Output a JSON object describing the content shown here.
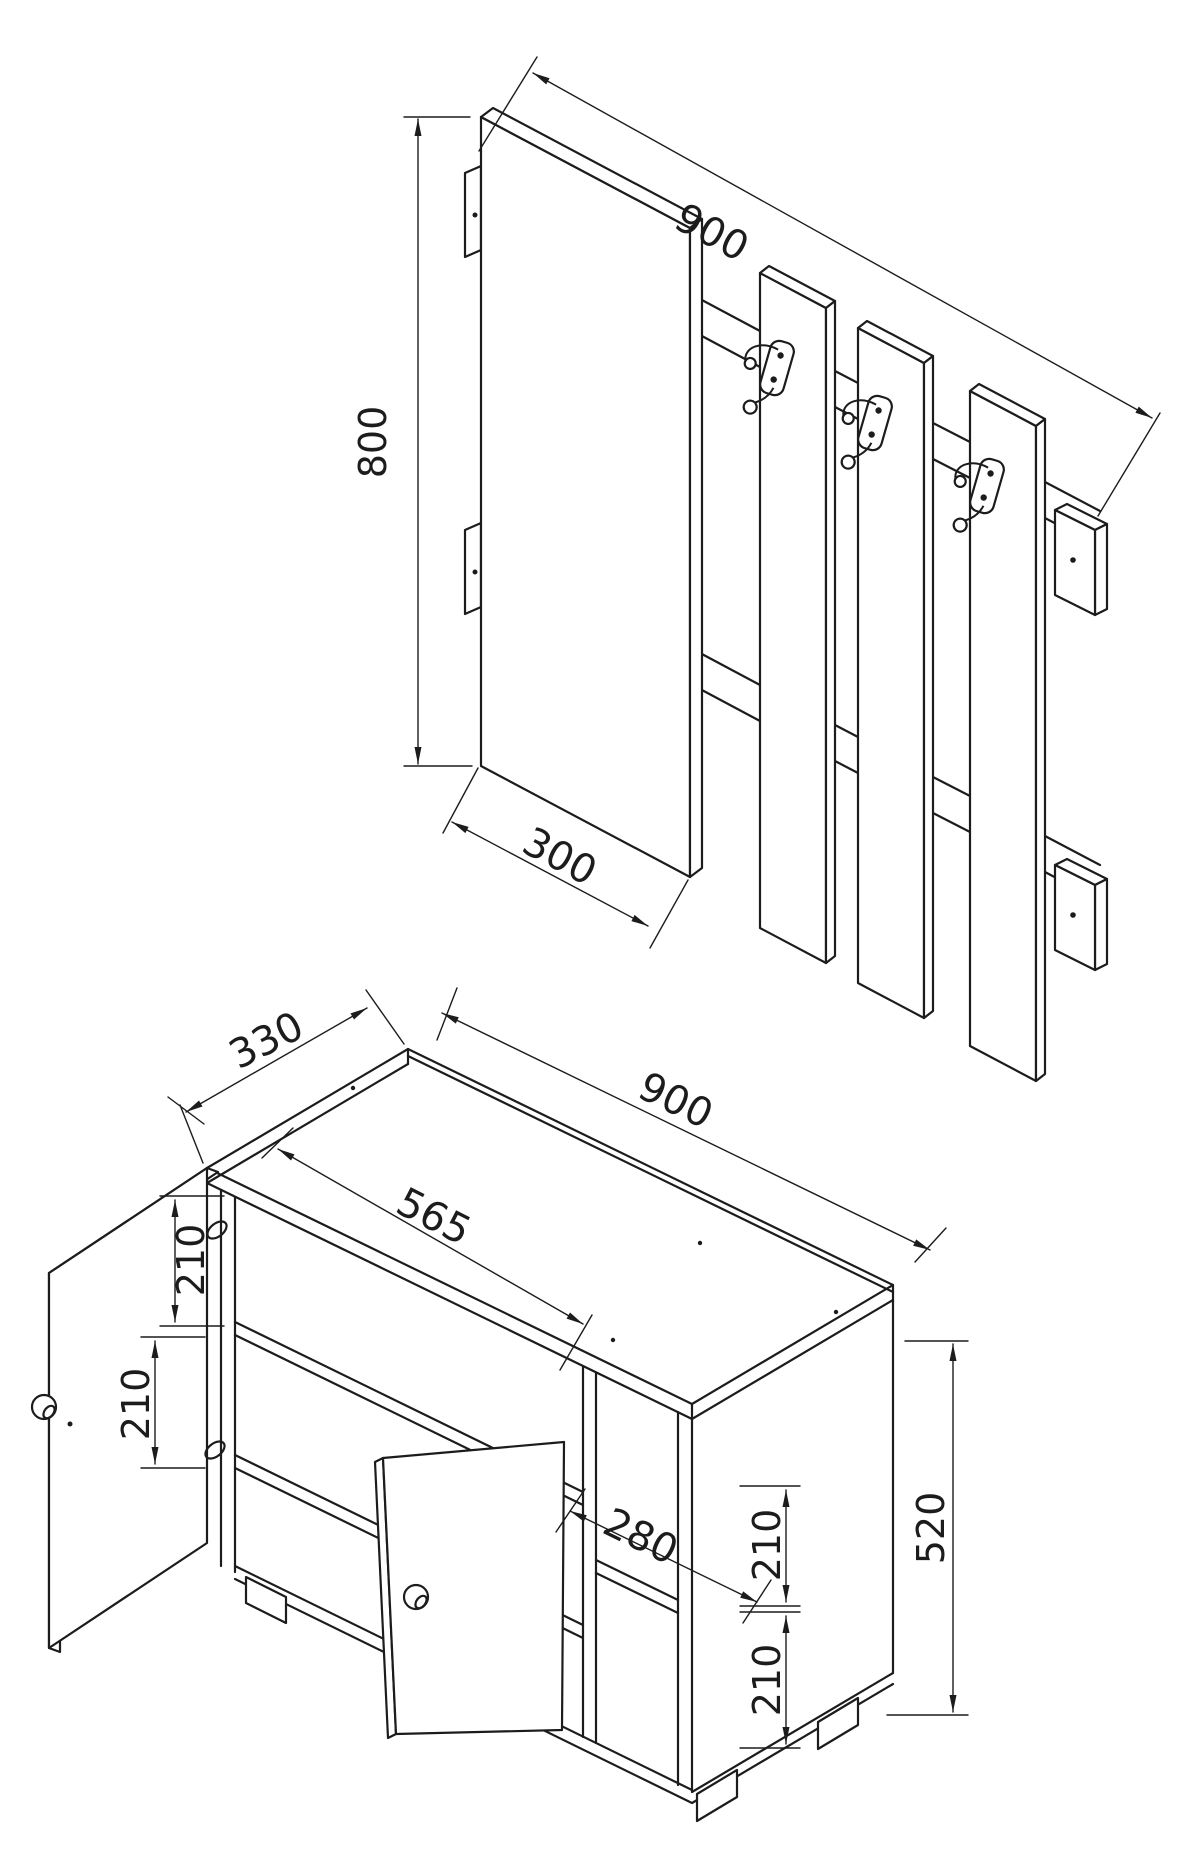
{
  "drawing_type": "furniture technical dimension drawing",
  "units": "mm",
  "views": {
    "wall_panel": {
      "title": "wall coat rack panel",
      "dimensions": {
        "width": "900",
        "height": "800",
        "mirror_panel_width": "300"
      },
      "parts": [
        "mirror-panel",
        "slat",
        "slat",
        "slat",
        "coat-hook",
        "coat-hook",
        "coat-hook",
        "wall-rail",
        "wall-rail",
        "mount-block",
        "mount-block",
        "mount-block",
        "mount-block"
      ]
    },
    "cabinet": {
      "title": "shoe cabinet",
      "dimensions": {
        "depth": "330",
        "width": "900",
        "left_opening_width": "565",
        "left_top_compartment": "210",
        "left_mid_compartment": "210",
        "right_opening_width": "280",
        "right_top_compartment": "210",
        "right_bottom_compartment": "210",
        "height": "520"
      },
      "parts": [
        "top-panel",
        "left-side-panel",
        "right-side-panel",
        "bottom-panel",
        "partition",
        "shelf",
        "shelf",
        "shelf",
        "left-door-open",
        "right-door-leaning",
        "knob",
        "knob",
        "feet"
      ]
    }
  },
  "colors": {
    "line": "#1c1c1c",
    "background": "#ffffff"
  }
}
